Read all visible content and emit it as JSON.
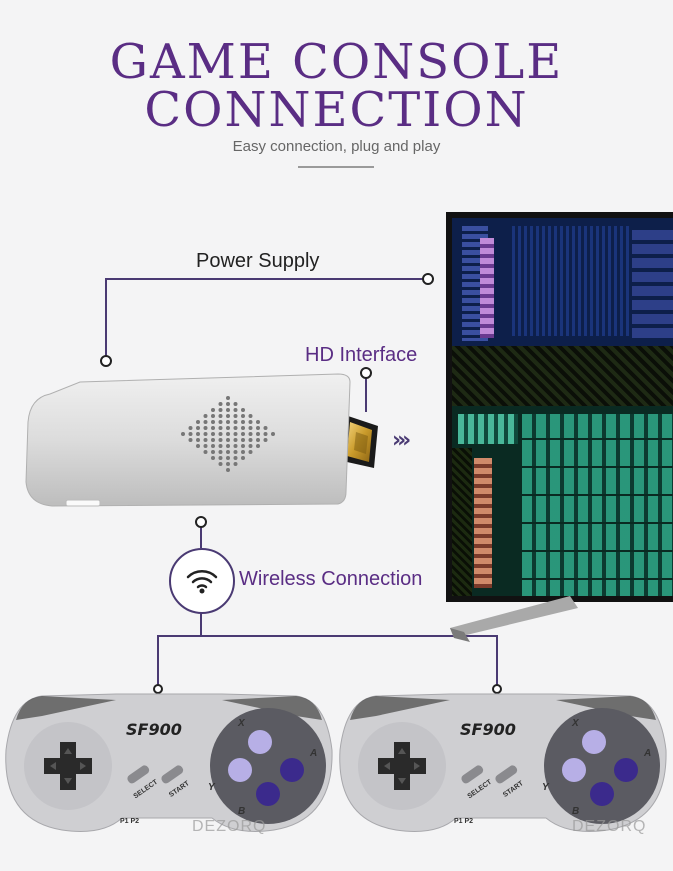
{
  "header": {
    "title_line1": "GAME CONSOLE",
    "title_line2": "CONNECTION",
    "subtitle": "Easy connection, plug and play"
  },
  "labels": {
    "power_supply": "Power Supply",
    "hd_interface": "HD Interface",
    "wireless_connection": "Wireless Connection"
  },
  "controllers": [
    {
      "brand": "SF900",
      "select_label": "SELECT",
      "start_label": "START",
      "player_label": "P1 P2",
      "x_label": "X",
      "y_label": "Y",
      "a_label": "A",
      "b_label": "B"
    },
    {
      "brand": "SF900",
      "select_label": "SELECT",
      "start_label": "START",
      "player_label": "P1 P2",
      "x_label": "X",
      "y_label": "Y",
      "a_label": "A",
      "b_label": "B"
    }
  ],
  "watermark": "DEZORQ",
  "colors": {
    "accent_purple": "#5a2d84",
    "line": "#4a3a73",
    "button_dark": "#3b2a8c",
    "button_light": "#b7afe6"
  }
}
